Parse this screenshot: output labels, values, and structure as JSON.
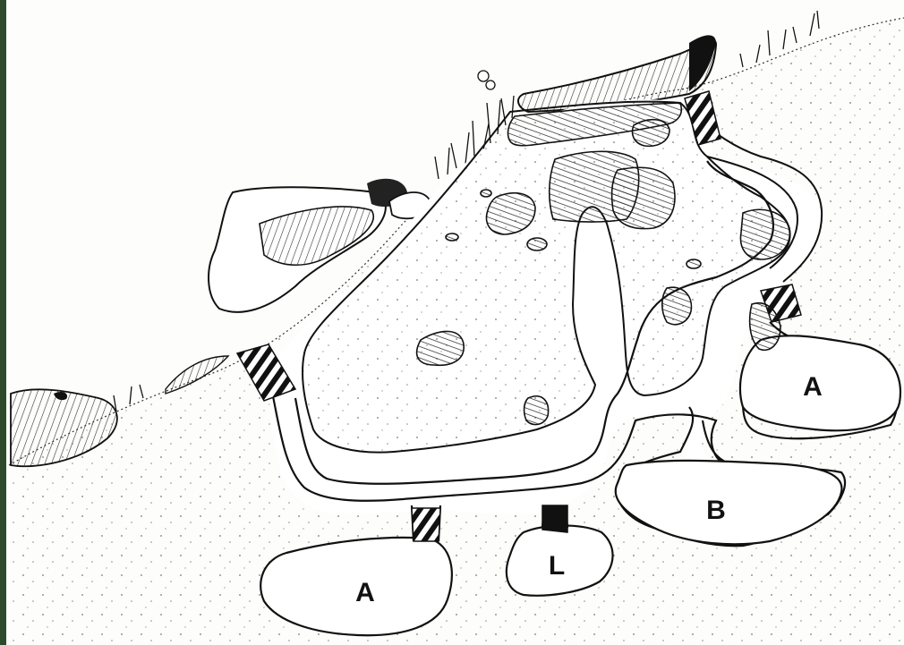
{
  "figure": {
    "chamber_labels": {
      "a_left": "A",
      "a_right": "A",
      "b": "B",
      "l": "L"
    }
  },
  "colors": {
    "ink": "#111111",
    "paper": "#fdfdfb",
    "frame_edge": "#2d4a2a"
  }
}
